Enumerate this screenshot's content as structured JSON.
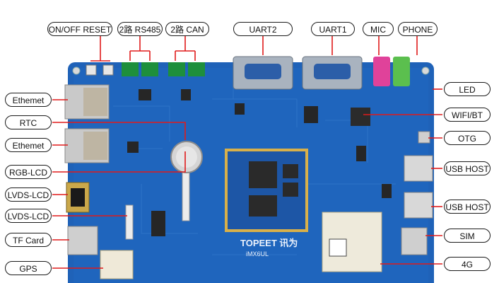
{
  "diagram": {
    "labels": {
      "onoff_reset": "ON/OFF  RESET",
      "rs485": "2路 RS485",
      "can": "2路 CAN",
      "uart2": "UART2",
      "uart1": "UART1",
      "mic": "MIC",
      "phone": "PHONE",
      "ethernet_1": "Ethemet",
      "rtc": "RTC",
      "ethernet_2": "Ethemet",
      "rgb_lcd": "RGB-LCD",
      "lvds_lcd_1": "LVDS-LCD",
      "lvds_lcd_2": "LVDS-LCD",
      "tf_card": "TF Card",
      "gps": "GPS",
      "led": "LED",
      "wifi_bt": "WIFI/BT",
      "otg": "OTG",
      "usb_host_1": "USB HOST",
      "usb_host_2": "USB HOST",
      "sim": "SIM",
      "g4": "4G"
    },
    "board_text": {
      "brand": "TOPEET 讯为",
      "model": "iMX6UL"
    },
    "colors": {
      "board": "#1f62b8",
      "board_dark": "#174f98",
      "leader_line": "#e01b1b",
      "label_border": "#1b1b1b",
      "terminal_green": "#1e8f3c",
      "mic_pink": "#e0429a",
      "phone_green": "#5bbf4e",
      "som_gold": "#d8b04a",
      "module_4g": "#eeeadb"
    }
  }
}
